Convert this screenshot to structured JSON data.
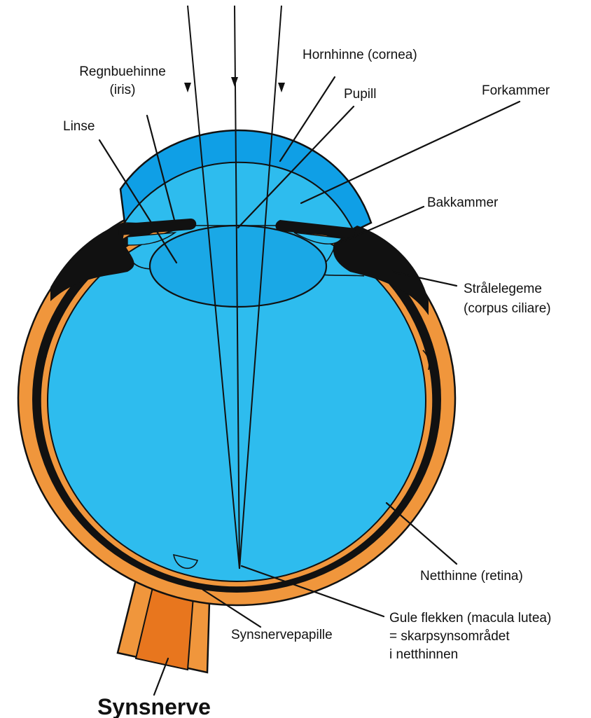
{
  "colors": {
    "sclera": "#f0963c",
    "nerve": "#e8761e",
    "choroid": "#111111",
    "vitreous": "#2ebcee",
    "anterior": "#0f9fe6",
    "lens": "#1aa8e6",
    "outline": "#111111"
  },
  "labels": {
    "iris_line1": "Regnbuehinne",
    "iris_line2": "(iris)",
    "cornea": "Hornhinne (cornea)",
    "pupil": "Pupill",
    "anterior_chamber": "Forkammer",
    "lens": "Linse",
    "posterior_chamber": "Bakkammer",
    "ciliary_line1": "Strålelegeme",
    "ciliary_line2": "(corpus ciliare)",
    "retina": "Netthinne (retina)",
    "macula_line1": "Gule flekken (macula lutea)",
    "macula_line2": "= skarpsynsområdet",
    "macula_line3": "i netthinnen",
    "papilla": "Synsnervepapille",
    "optic_nerve": "Synsnerve"
  }
}
